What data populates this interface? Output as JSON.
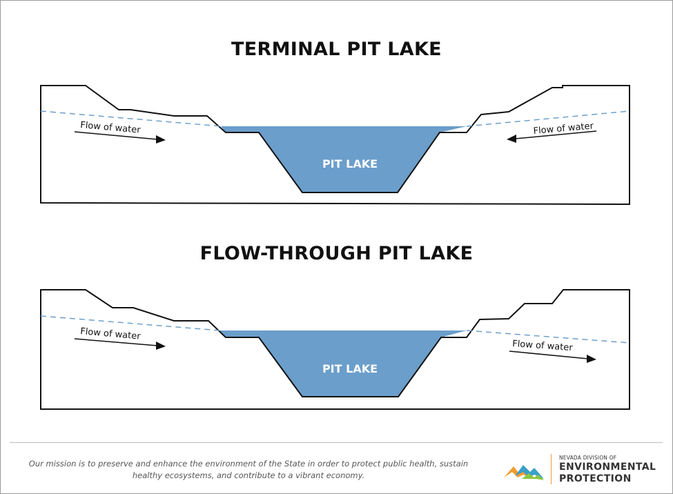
{
  "diagrams": [
    {
      "title": "TERMINAL PIT LAKE",
      "lake_label": "PIT LAKE",
      "flows": [
        {
          "label": "Flow of water",
          "direction": "right"
        },
        {
          "label": "Flow of water",
          "direction": "left"
        }
      ]
    },
    {
      "title": "FLOW-THROUGH PIT LAKE",
      "lake_label": "PIT LAKE",
      "flows": [
        {
          "label": "Flow of water",
          "direction": "right"
        },
        {
          "label": "Flow of water",
          "direction": "right"
        }
      ]
    }
  ],
  "footer": {
    "mission": "Our mission is to preserve and enhance the environment of the State in order to protect public health, sustain healthy ecosystems, and contribute to a vibrant economy.",
    "logo": {
      "line1": "NEVADA DIVISION OF",
      "line2": "ENVIRONMENTAL",
      "line3": "PROTECTION",
      "icon": "mountains-icon"
    }
  },
  "colors": {
    "water": "#6b9ecb",
    "water_table": "#6b9ecb",
    "ground_outline": "#111111",
    "logo_orange": "#f29a2e",
    "logo_blue": "#3aa0c8",
    "logo_green": "#8cc63f"
  }
}
